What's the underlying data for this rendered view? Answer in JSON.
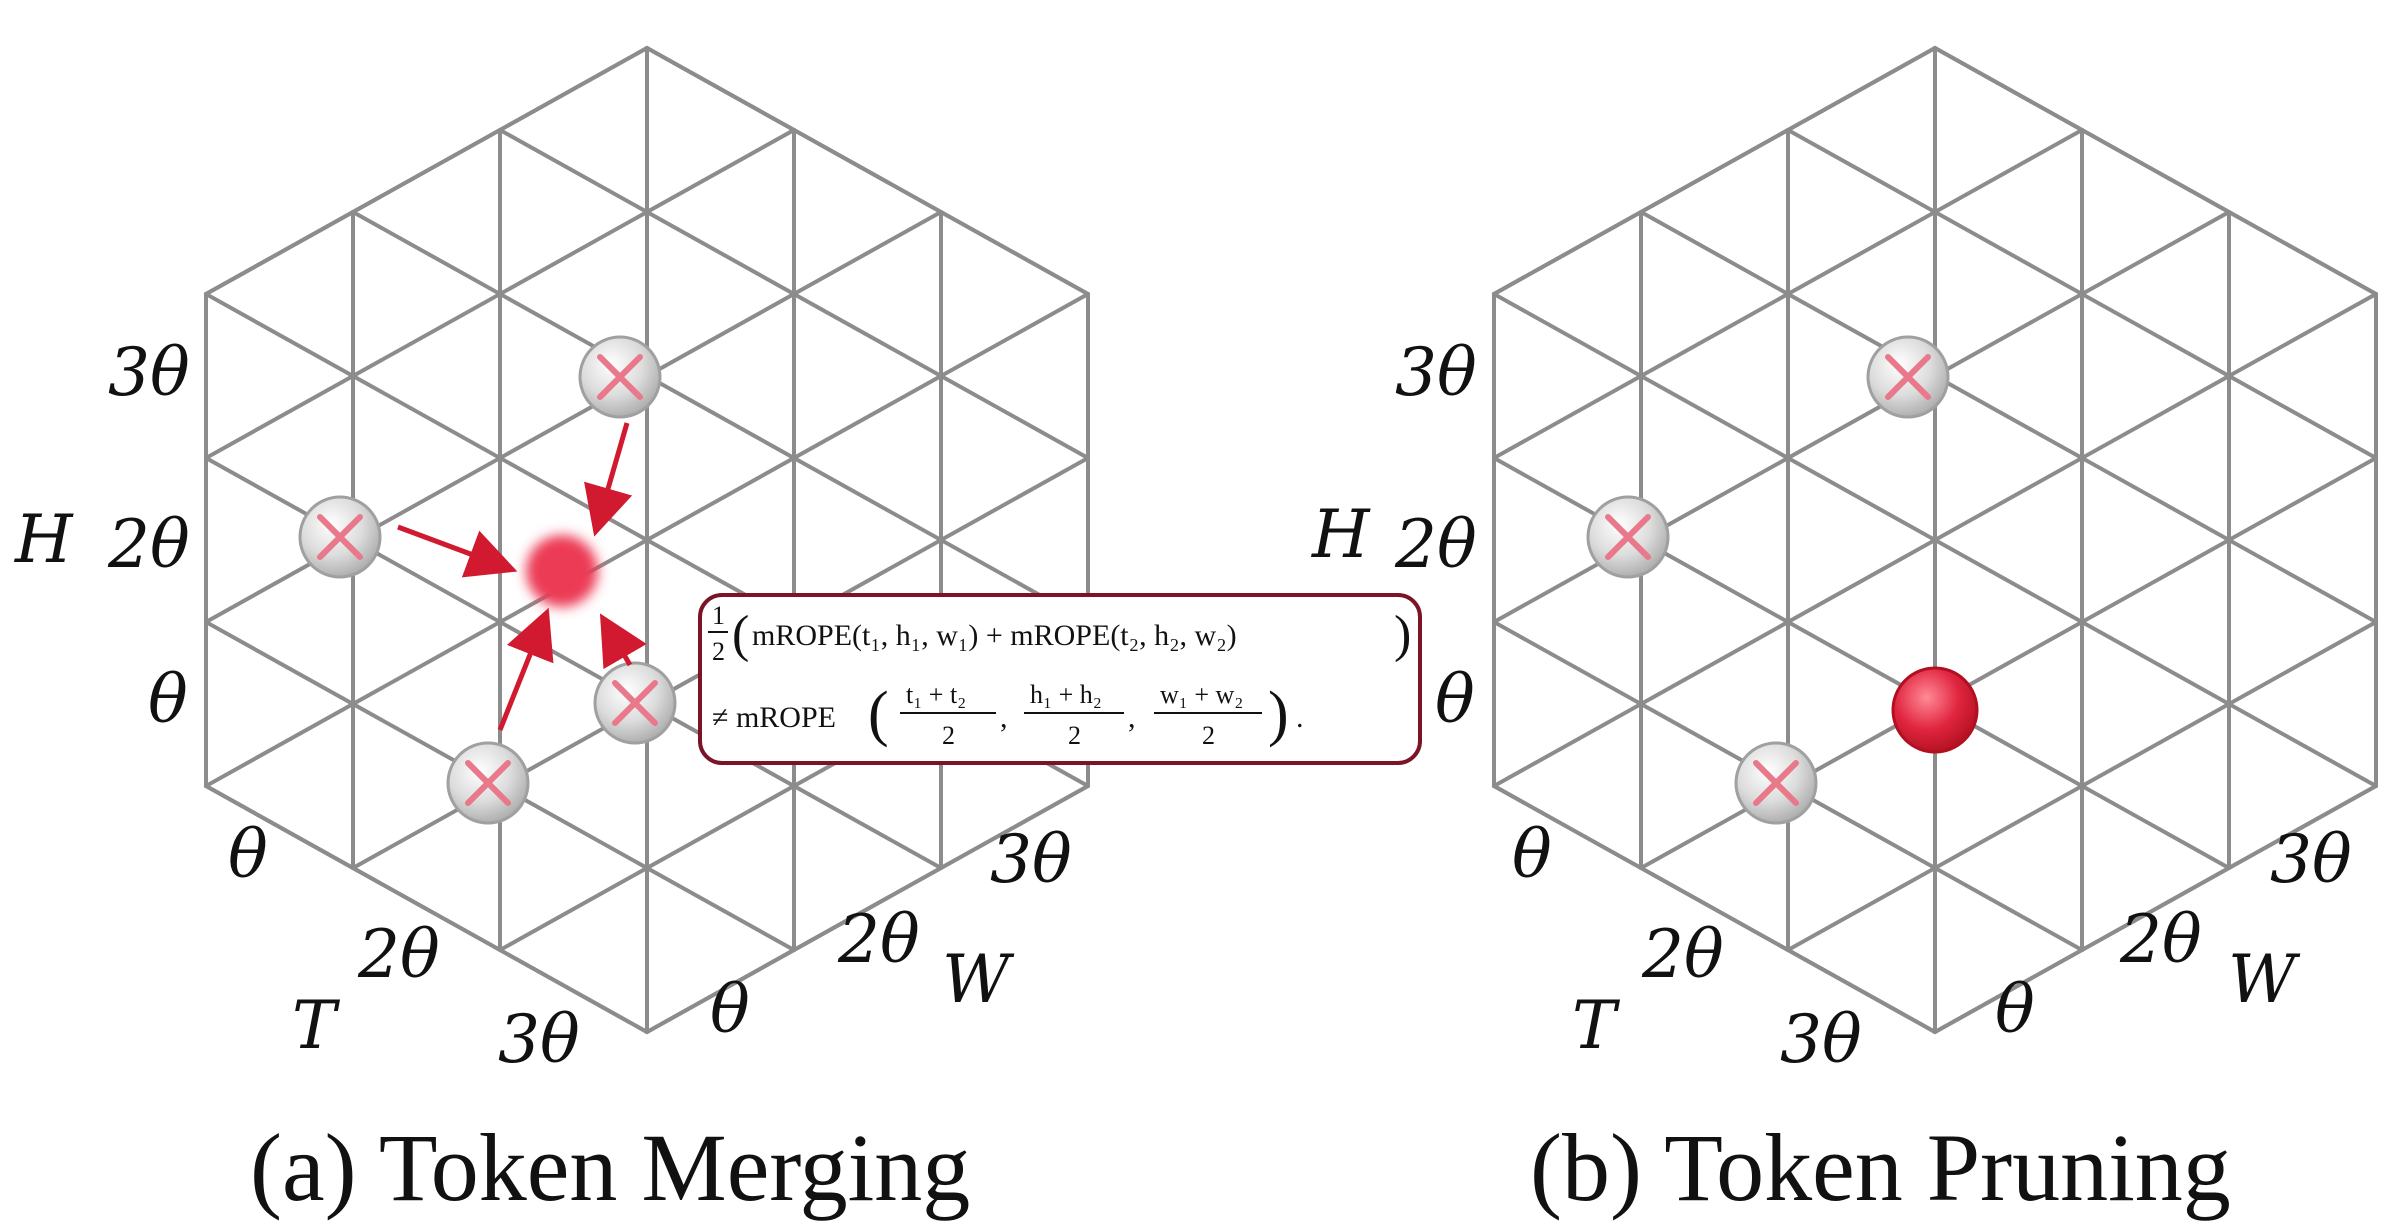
{
  "panel_a": {
    "caption": "(a) Token Merging",
    "labels": {
      "h_axis": "H",
      "t_axis": "T",
      "w_axis": "W",
      "h_ticks": [
        "θ",
        "2θ",
        "3θ"
      ],
      "t_ticks": [
        "θ",
        "2θ",
        "3θ"
      ],
      "w_ticks": [
        "θ",
        "2θ",
        "3θ"
      ]
    },
    "formula": {
      "frac_num": "1",
      "frac_den": "2",
      "line1_body": "mROPE(t₁, h₁, w₁) + mROPE(t₂, h₂, w₂)",
      "neq": "≠ mROPE",
      "f1_num": "t₁ + t₂",
      "f2_num": "h₁ + h₂",
      "f3_num": "w₁ + w₂",
      "f_den": "2",
      "comma": ",",
      "period": "."
    }
  },
  "panel_b": {
    "caption": "(b) Token Pruning",
    "labels": {
      "h_axis": "H",
      "t_axis": "T",
      "w_axis": "W",
      "h_ticks": [
        "θ",
        "2θ",
        "3θ"
      ],
      "t_ticks": [
        "θ",
        "2θ",
        "3θ"
      ],
      "w_ticks": [
        "θ",
        "2θ",
        "3θ"
      ]
    }
  },
  "colors": {
    "grid": "#8c8c8c",
    "token_red": "#e0253f",
    "arrow_red": "#d11a2f",
    "removed_token": "#d9d9d9",
    "box_border": "#7a1426"
  }
}
